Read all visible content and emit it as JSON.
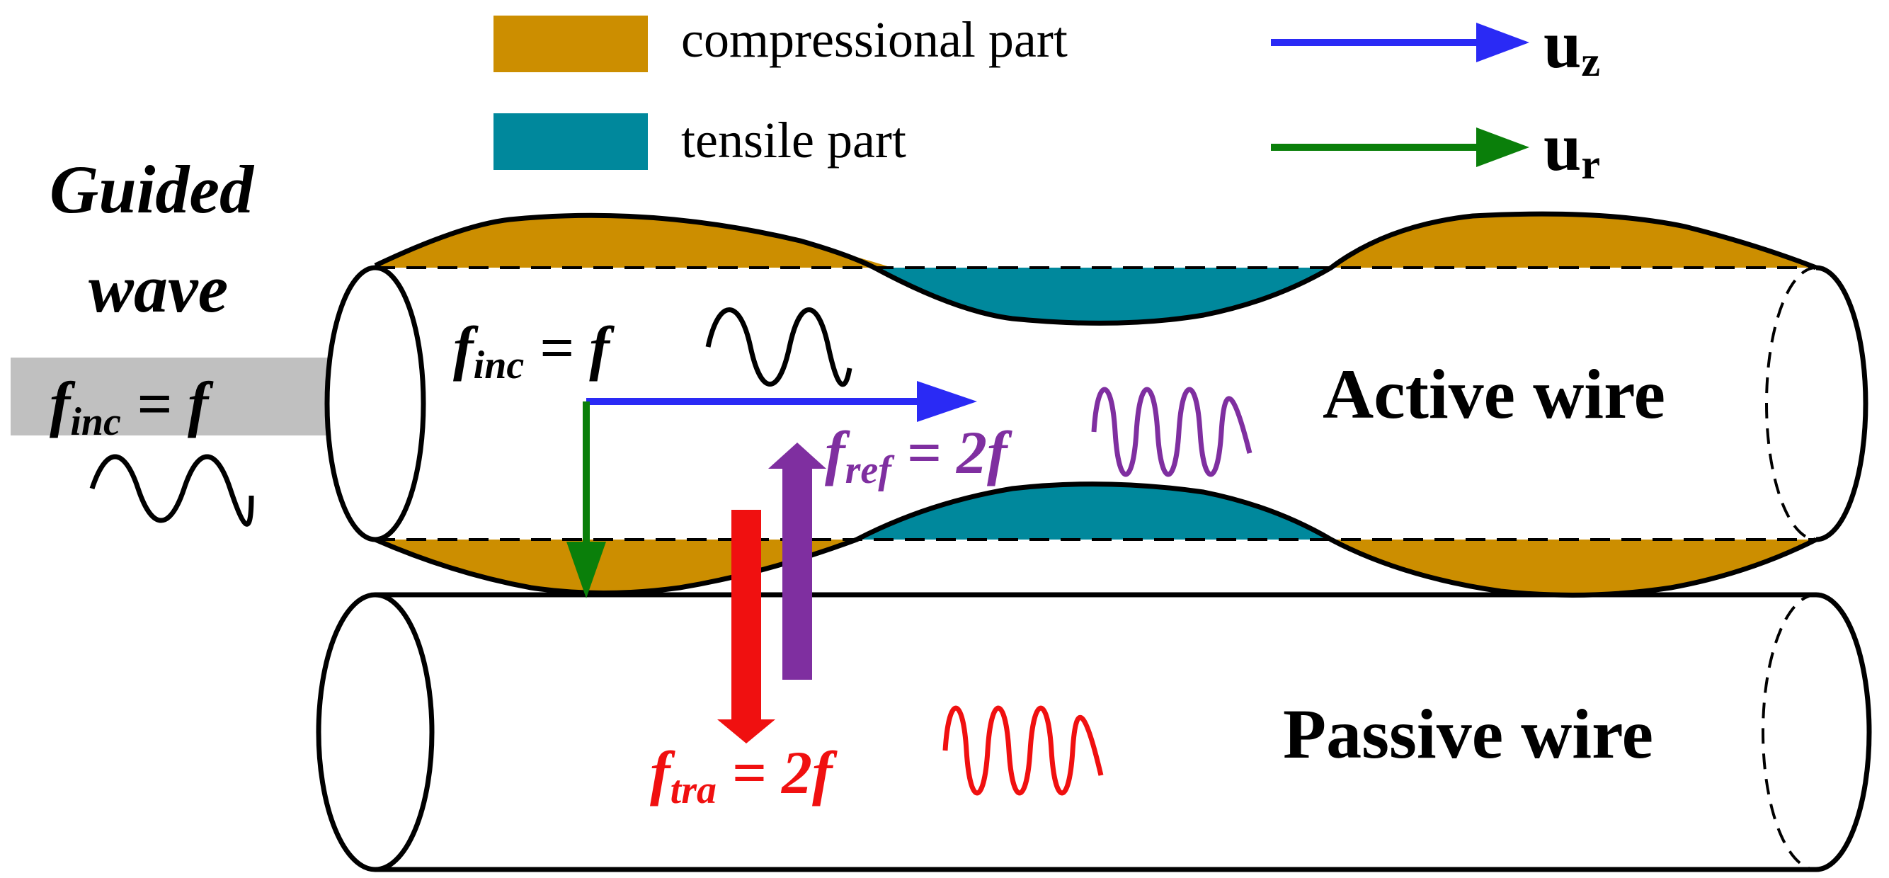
{
  "legend": {
    "compressional_label": "compressional part",
    "tensile_label": "tensile part",
    "uz_label": "u",
    "uz_sub": "z",
    "ur_label": "u",
    "ur_sub": "r"
  },
  "guided_wave": {
    "line1": "Guided",
    "line2": "wave",
    "finc_f": "f",
    "finc_sub": "inc",
    "finc_eq": " = f"
  },
  "active_wire": {
    "label": "Active wire",
    "finc_f": "f",
    "finc_sub": "inc",
    "finc_eq": " = f",
    "fref_f": "f",
    "fref_sub": "ref",
    "fref_eq": " = 2f"
  },
  "passive_wire": {
    "label": "Passive wire",
    "ftra_f": "f",
    "ftra_sub": "tra",
    "ftra_eq": " = 2f"
  },
  "colors": {
    "compressional": "#CC8E00",
    "tensile": "#00889C",
    "uz_arrow": "#2A2AF5",
    "ur_arrow": "#0A7F0A",
    "reflected": "#7F2FA0",
    "transmitted": "#F01010",
    "incident_arrow": "#C0C0C0"
  }
}
